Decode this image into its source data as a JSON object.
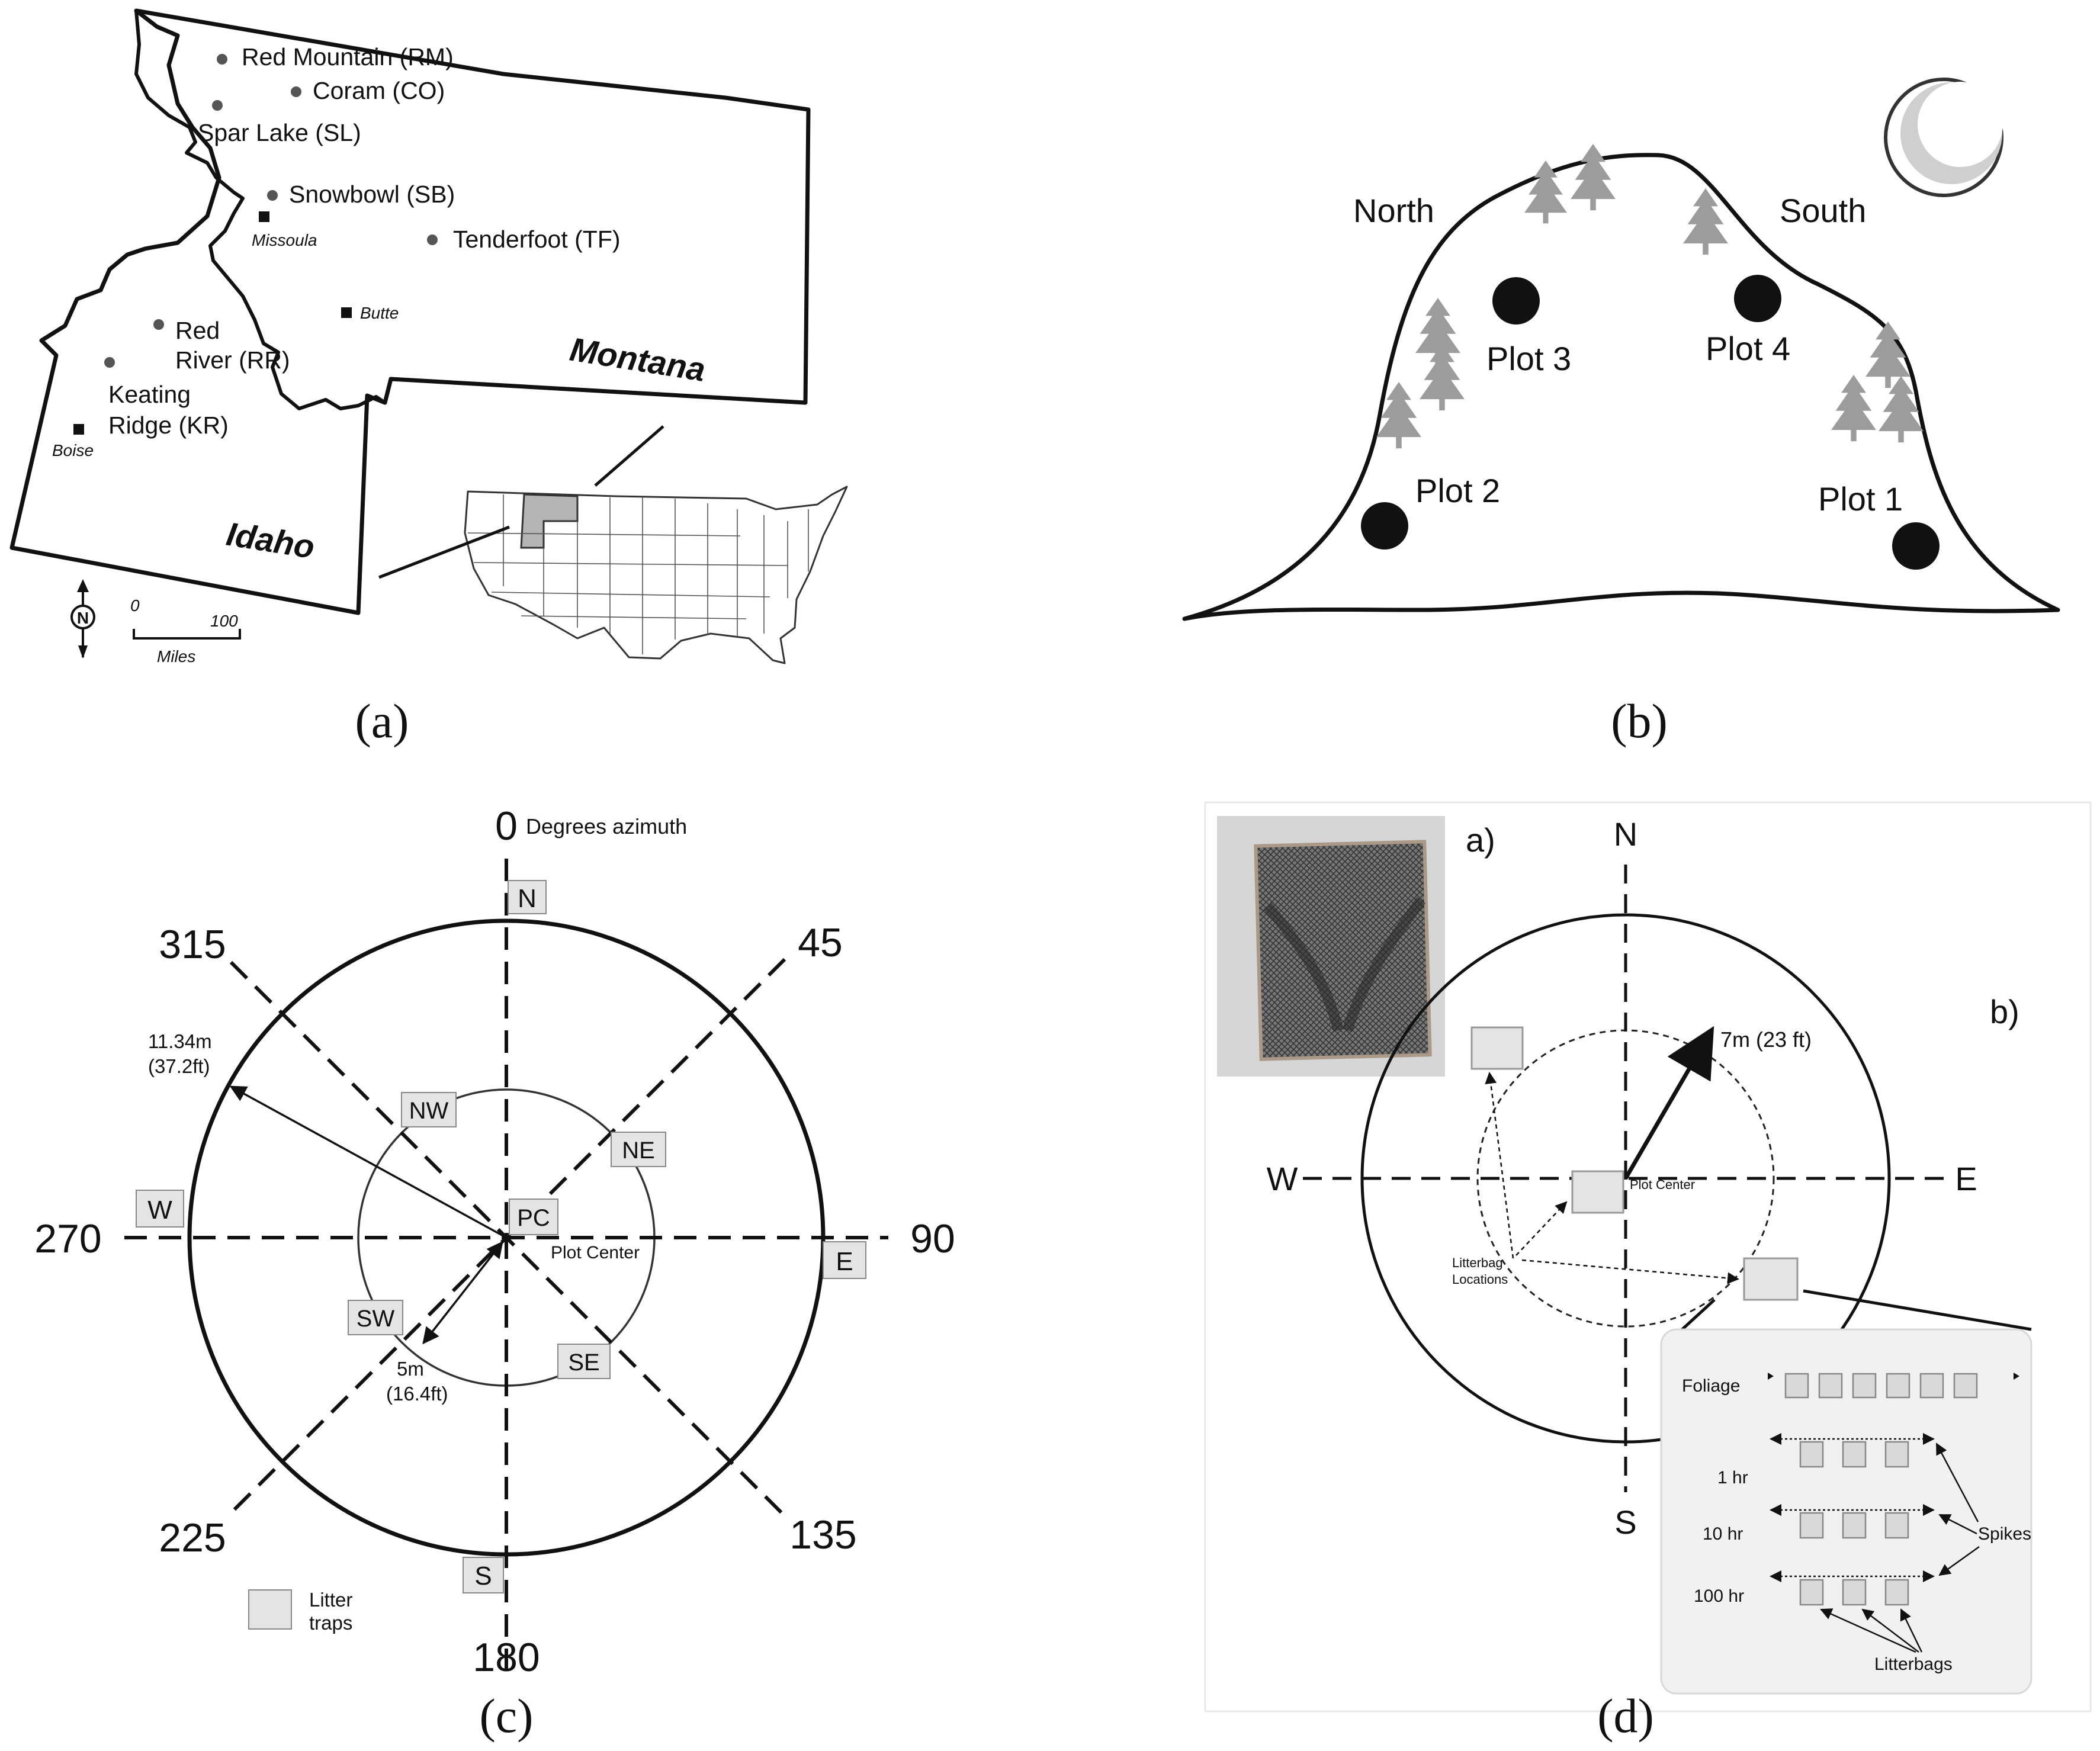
{
  "colors": {
    "ink": "#111111",
    "tree": "#9c9c9c",
    "trap": "#e4e4e4",
    "state_fill": "#b4b4b4",
    "panel_bg": "#f1f1f1"
  },
  "panel_a": {
    "caption": "(a)",
    "sites": {
      "rm": "Red Mountain (RM)",
      "co": "Coram (CO)",
      "sl": "Spar Lake (SL)",
      "sb": "Snowbowl (SB)",
      "tf": "Tenderfoot (TF)",
      "rr_line1": "Red",
      "rr_line2": "River (RR)",
      "kr_line1": "Keating",
      "kr_line2": "Ridge (KR)"
    },
    "cities": {
      "missoula": "Missoula",
      "butte": "Butte",
      "boise": "Boise"
    },
    "states": {
      "montana": "Montana",
      "idaho": "Idaho"
    },
    "compass_letter": "N",
    "scale": {
      "zero": "0",
      "hundred": "100",
      "unit": "Miles"
    }
  },
  "panel_b": {
    "caption": "(b)",
    "aspects": {
      "north": "North",
      "south": "South"
    },
    "plots": {
      "p1": "Plot 1",
      "p2": "Plot 2",
      "p3": "Plot 3",
      "p4": "Plot 4"
    }
  },
  "panel_c": {
    "caption": "(c)",
    "azimuth_title": "Degrees azimuth",
    "azimuths": {
      "a0": "0",
      "a45": "45",
      "a90": "90",
      "a135": "135",
      "a180": "180",
      "a225": "225",
      "a270": "270",
      "a315": "315"
    },
    "cardinal": {
      "n": "N",
      "e": "E",
      "s": "S",
      "w": "W"
    },
    "intercardinal": {
      "nw": "NW",
      "ne": "NE",
      "sw": "SW",
      "se": "SE"
    },
    "center_code": "PC",
    "center_label": "Plot Center",
    "outer_radius": {
      "line1": "11.34m",
      "line2": "(37.2ft)"
    },
    "inner_radius": {
      "line1": "5m",
      "line2": "(16.4ft)"
    },
    "legend": {
      "line1": "Litter",
      "line2": "traps"
    }
  },
  "panel_d": {
    "caption": "(d)",
    "sub_a": "a)",
    "sub_b": "b)",
    "compass": {
      "n": "N",
      "e": "E",
      "s": "S",
      "w": "W"
    },
    "radius_label": "7m (23 ft)",
    "center_label": "Plot Center",
    "litterbag_locations": {
      "line1": "Litterbag",
      "line2": "Locations"
    },
    "inset": {
      "rows": {
        "foliage": "Foliage",
        "hr1": "1 hr",
        "hr10": "10 hr",
        "hr100": "100 hr"
      },
      "spikes": "Spikes",
      "litterbags": "Litterbags"
    }
  }
}
